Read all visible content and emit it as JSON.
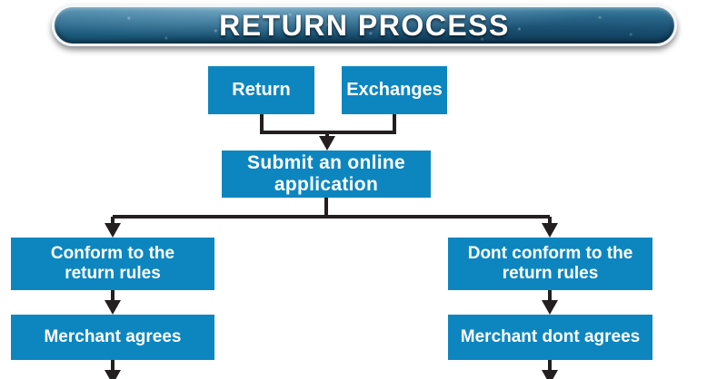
{
  "diagram": {
    "title": "RETURN PROCESS",
    "accent_color": "#0d86c0",
    "connector_color": "#231f20",
    "banner_color": "#2c6c90",
    "text_color": "#ffffff",
    "nodes": [
      {
        "id": "return",
        "label": "Return"
      },
      {
        "id": "exchanges",
        "label": "Exchanges"
      },
      {
        "id": "submit",
        "label_line1": "Submit an online",
        "label_line2": "application"
      },
      {
        "id": "conform",
        "label_line1": "Conform to the",
        "label_line2": "return rules"
      },
      {
        "id": "dont_conform",
        "label_line1": "Dont conform to the",
        "label_line2": "return rules"
      },
      {
        "id": "agrees",
        "label": "Merchant agrees"
      },
      {
        "id": "dont_agrees",
        "label": "Merchant dont agrees"
      }
    ]
  }
}
